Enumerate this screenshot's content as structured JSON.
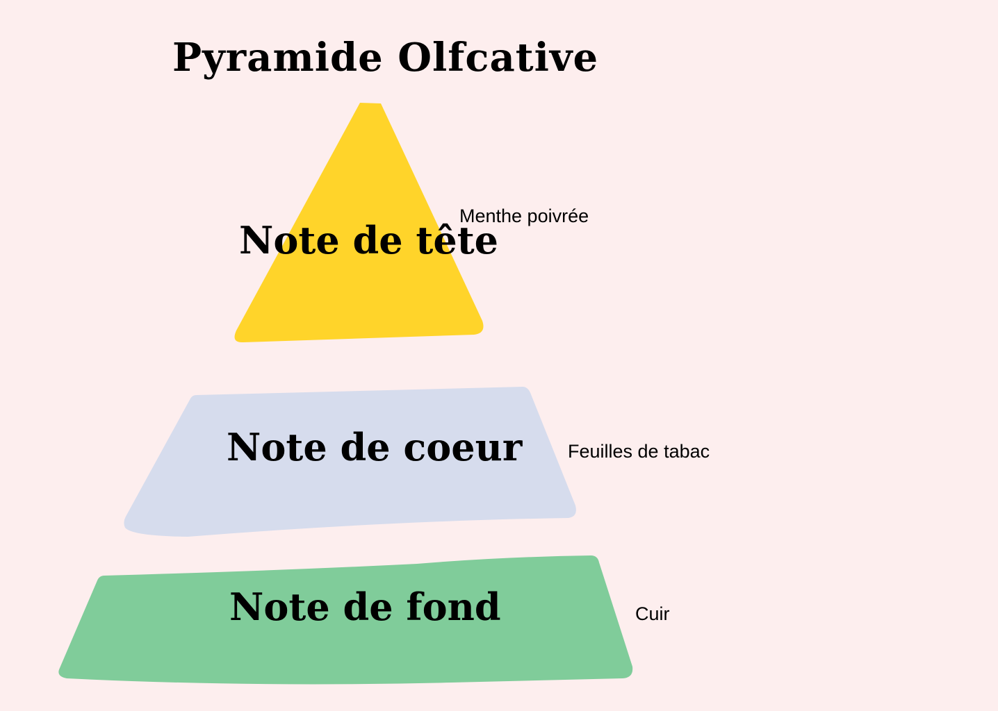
{
  "title": "Pyramide Olfcative",
  "tiers": [
    {
      "label": "Note de tête",
      "note": "Menthe poivrée",
      "color": "#ffd42a"
    },
    {
      "label": "Note de coeur",
      "note": "Feuilles de tabac",
      "color": "#d6dced"
    },
    {
      "label": "Note de fond",
      "note": "Cuir",
      "color": "#80cc9a"
    }
  ],
  "colors": {
    "background": "#fdeeee",
    "text": "#000000"
  }
}
